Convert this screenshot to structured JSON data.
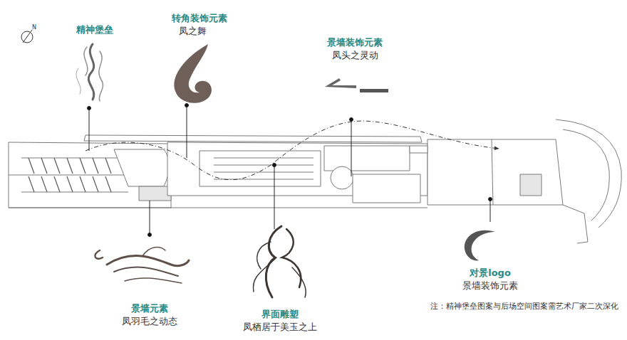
{
  "diagram": {
    "labels": [
      "精神堡垒",
      "转角装饰元素",
      "凤之舞",
      "景墙装饰元素",
      "凤头之灵动",
      "N",
      "景墙元素",
      "凤羽毛之动态",
      "界面雕塑",
      "凤栖居于美玉之上",
      "对景logo",
      "景墙装饰元素",
      "注：精神堡垒图案与后场空间图案需艺术厂家二次深化"
    ]
  }
}
